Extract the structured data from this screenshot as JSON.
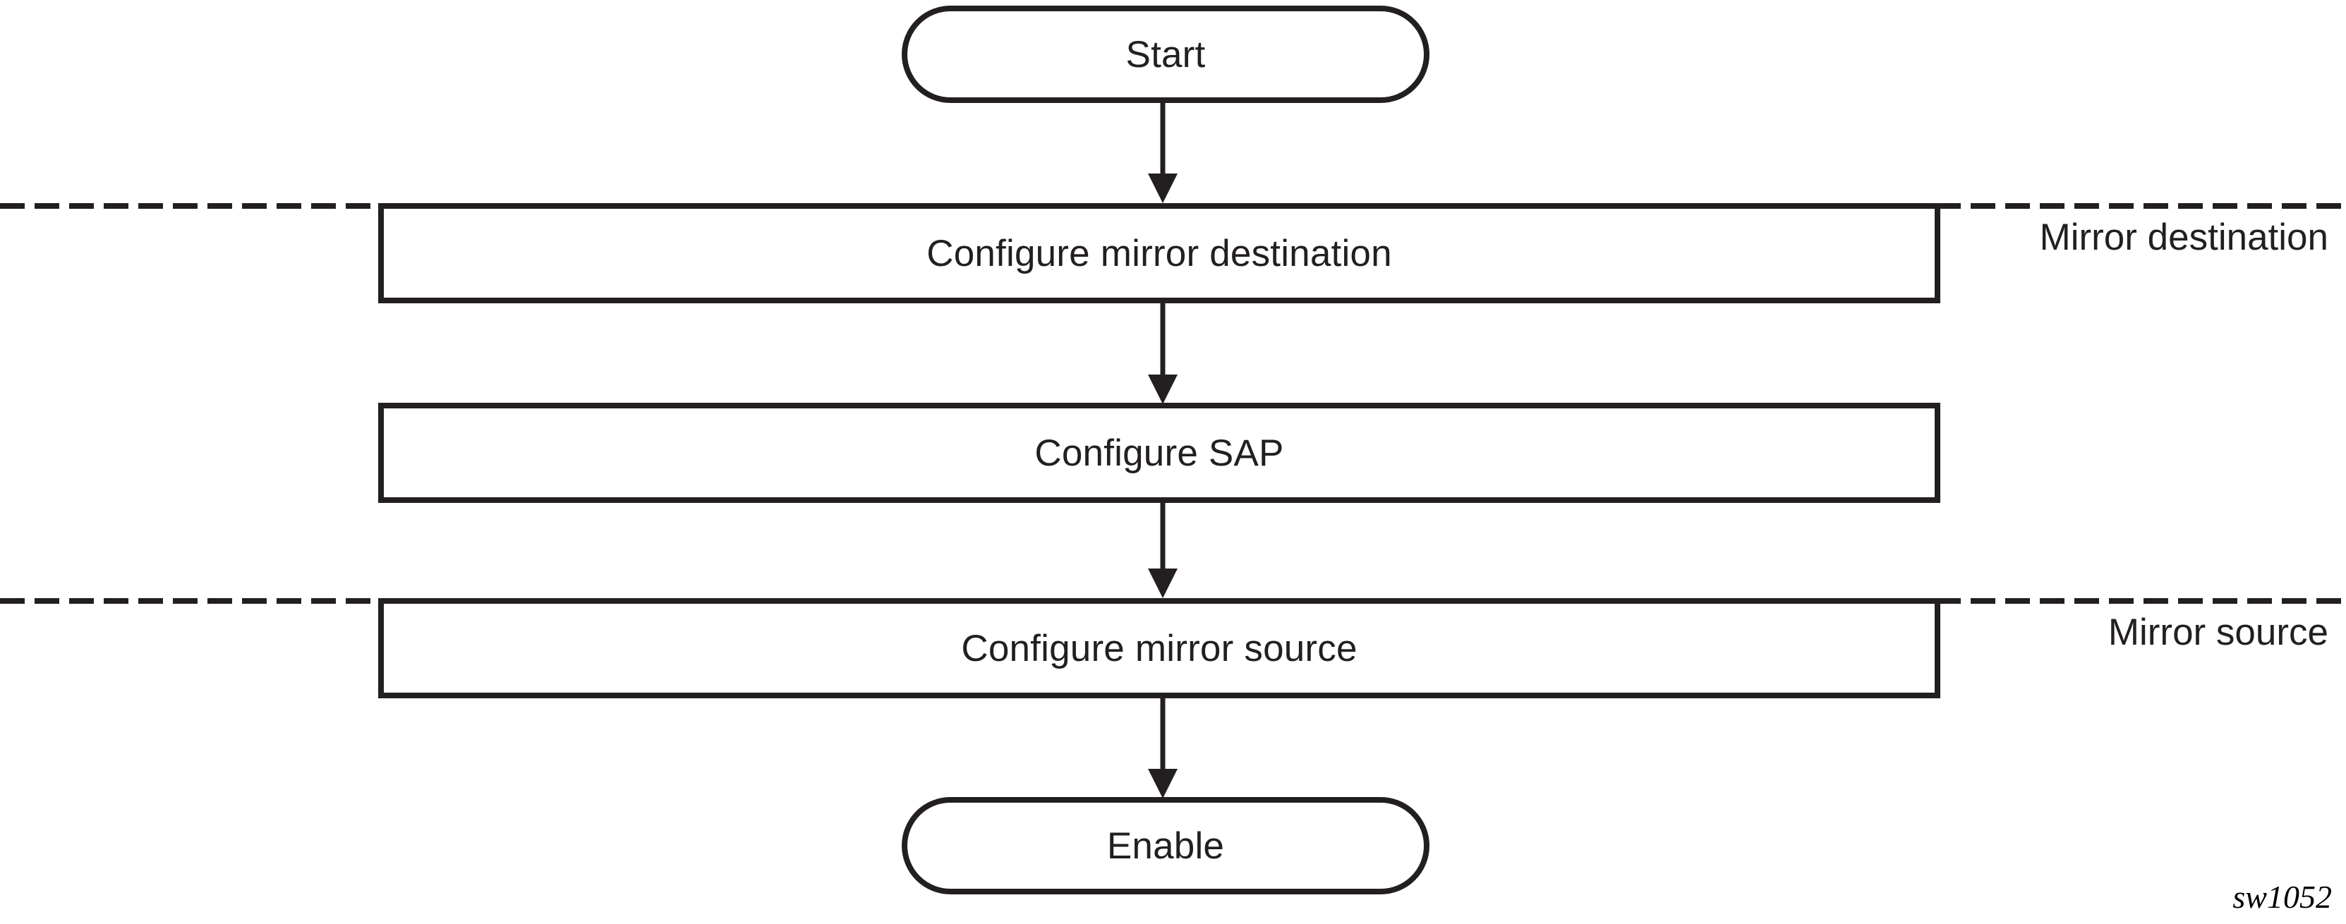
{
  "figure": {
    "id_label": "sw1052",
    "type": "flowchart",
    "orientation": "top-to-bottom",
    "colors": {
      "stroke": "#231f20",
      "fill": "#ffffff",
      "background": "#ffffff"
    }
  },
  "nodes": [
    {
      "key": "start",
      "label": "Start",
      "shape": "terminator",
      "lane": null
    },
    {
      "key": "configure-mirror-destination",
      "label": "Configure mirror destination",
      "shape": "process",
      "lane": "mirror-destination"
    },
    {
      "key": "configure-sap",
      "label": "Configure SAP",
      "shape": "process",
      "lane": "mirror-destination"
    },
    {
      "key": "configure-mirror-source",
      "label": "Configure mirror source",
      "shape": "process",
      "lane": "mirror-source"
    },
    {
      "key": "enable",
      "label": "Enable",
      "shape": "terminator",
      "lane": "mirror-source"
    }
  ],
  "lanes": [
    {
      "key": "mirror-destination",
      "label": "Mirror destination"
    },
    {
      "key": "mirror-source",
      "label": "Mirror source"
    }
  ],
  "edges": [
    {
      "from": "start",
      "to": "configure-mirror-destination",
      "arrow": "down"
    },
    {
      "from": "configure-mirror-destination",
      "to": "configure-sap",
      "arrow": "down"
    },
    {
      "from": "configure-sap",
      "to": "configure-mirror-source",
      "arrow": "down"
    },
    {
      "from": "configure-mirror-source",
      "to": "enable",
      "arrow": "down"
    }
  ]
}
